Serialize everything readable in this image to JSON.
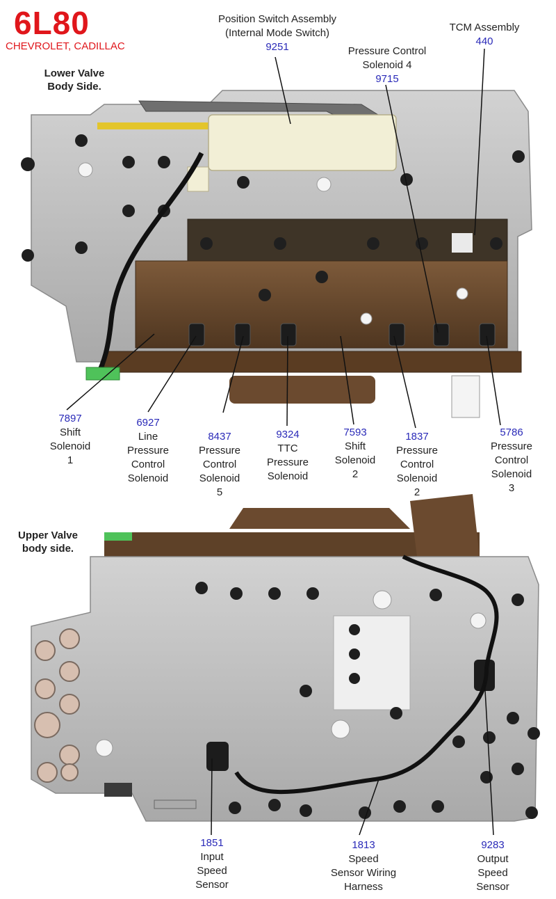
{
  "header": {
    "title": "6L80",
    "subtitle": "CHEVROLET, CADILLAC"
  },
  "sides": {
    "lower": "Lower Valve\nBody Side.",
    "upper": "Upper Valve\nbody side."
  },
  "colors": {
    "title": "#e0161b",
    "part_number": "#2a2ab8",
    "valve_body": "#b9b9b9",
    "solenoid": "#6b4a2f",
    "harness": "#111111",
    "switch": "#f2efd6"
  },
  "callouts": {
    "pos_switch": {
      "number": "9251",
      "name": "Position Switch Assembly\n(Internal Mode Switch)"
    },
    "tcm": {
      "number": "440",
      "name": "TCM Assembly"
    },
    "pcs4": {
      "number": "9715",
      "name": "Pressure Control\nSolenoid 4"
    },
    "ss1": {
      "number": "7897",
      "name": "Shift\nSolenoid\n1"
    },
    "lpcs": {
      "number": "6927",
      "name": "Line\nPressure\nControl\nSolenoid"
    },
    "pcs5": {
      "number": "8437",
      "name": "Pressure\nControl\nSolenoid\n5"
    },
    "ttc": {
      "number": "9324",
      "name": "TTC\nPressure\nSolenoid"
    },
    "ss2": {
      "number": "7593",
      "name": "Shift\nSolenoid\n2"
    },
    "pcs2": {
      "number": "1837",
      "name": "Pressure\nControl\nSolenoid\n2"
    },
    "pcs3": {
      "number": "5786",
      "name": "Pressure\nControl\nSolenoid\n3"
    },
    "iss": {
      "number": "1851",
      "name": "Input\nSpeed\nSensor"
    },
    "harness": {
      "number": "1813",
      "name": "Speed\nSensor Wiring\nHarness"
    },
    "oss": {
      "number": "9283",
      "name": "Output\nSpeed\nSensor"
    }
  }
}
